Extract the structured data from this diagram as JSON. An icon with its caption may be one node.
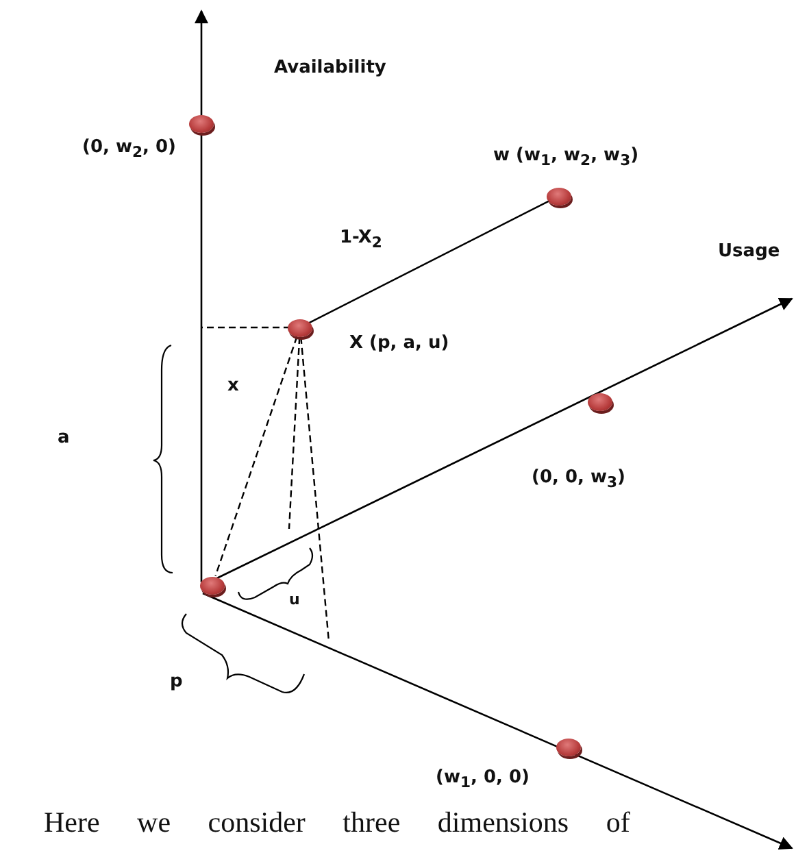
{
  "diagram": {
    "nodes": [
      {
        "text": [],
        "shape": "circle",
        "beside": [
          "(0, w$_{2}$, 0)"
        ]
      },
      {
        "text": [],
        "shape": "circle",
        "beside": [
          "w (w$_{1}$, w$_{2}$, w$_{3}$)"
        ]
      },
      {
        "text": [],
        "shape": "circle",
        "beside": [
          "X (p, a, u)"
        ]
      },
      {
        "text": [],
        "shape": "circle",
        "beside": [
          "(0, 0, w$_{3}$)"
        ]
      },
      {
        "text": [],
        "shape": "circle"
      },
      {
        "text": [],
        "shape": "circle",
        "beside": [
          "(w$_{1}$, 0, 0)"
        ]
      }
    ],
    "edges": [
      {
        "from": 2,
        "to": 1,
        "arrow": "none",
        "label": "1-X$_{2}$"
      },
      {
        "from": 2,
        "to": 4,
        "arrow": "none",
        "style": "dashed"
      },
      {
        "from": 2,
        "to": null,
        "arrow": "none",
        "style": "dashed"
      },
      {
        "from": 2,
        "to": null,
        "arrow": "none",
        "style": "dashed"
      },
      {
        "from": 2,
        "to": null,
        "arrow": "none",
        "style": "dashed"
      }
    ],
    "labels": [
      "Availability",
      "Usage",
      "x",
      "a",
      "u",
      "p",
      "Here we consider three dimensions of"
    ]
  }
}
